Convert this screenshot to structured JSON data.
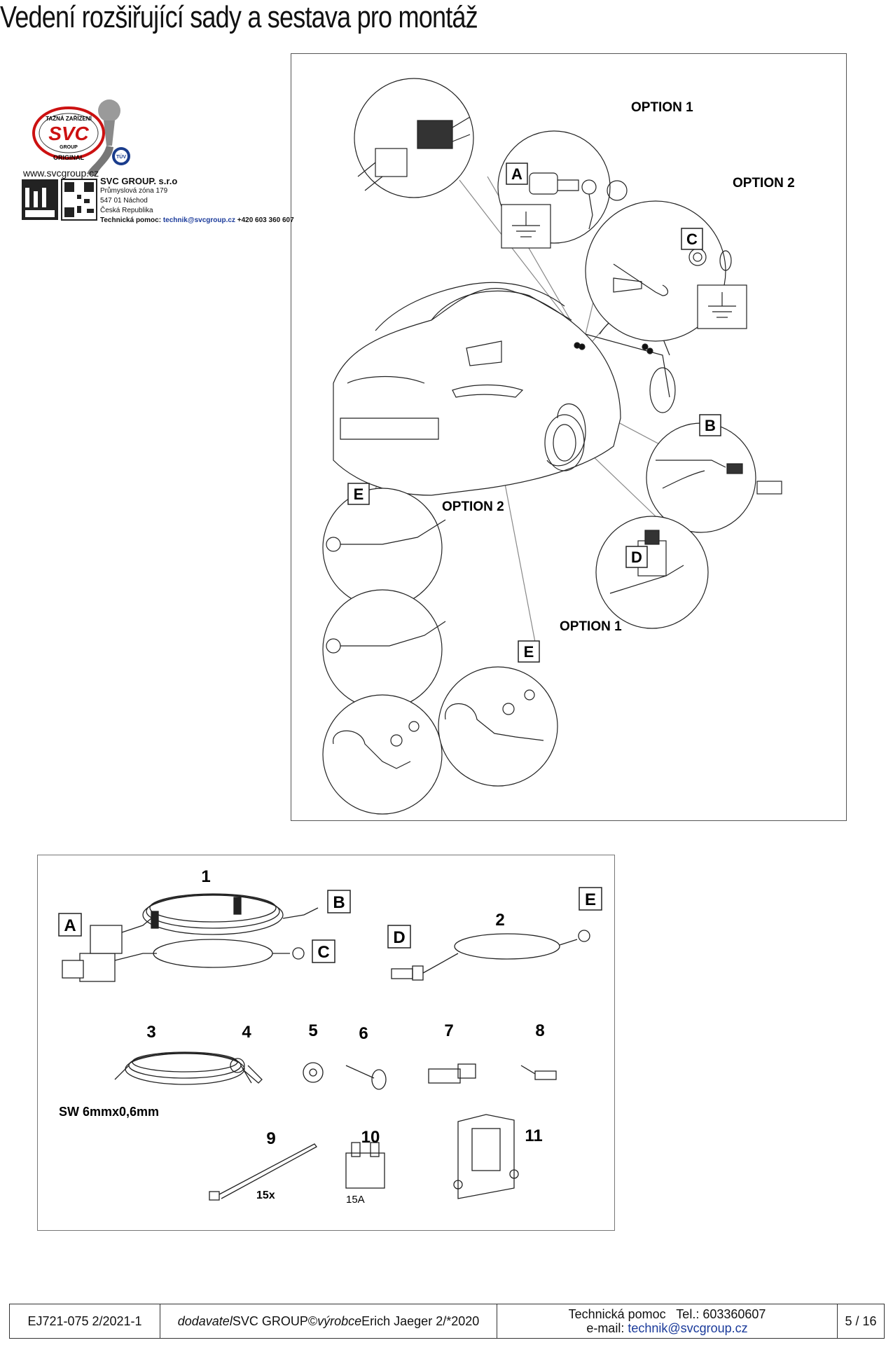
{
  "page_title": "Vedení rozšiřující sady a sestava pro montáž",
  "logo": {
    "ring_top": "TAŽNÁ ZAŘÍZENÍ",
    "brand": "SVC",
    "group": "GROUP",
    "original": "ORIGINAL",
    "web": "www.svcgroup.cz"
  },
  "company": {
    "name": "SVC GROUP. s.r.o",
    "street": "Průmyslová zóna 179",
    "city": "547 01 Náchod",
    "country": "Česká Republika",
    "help_label": "Technická pomoc:",
    "help_email": "technik@svcgroup.cz",
    "help_phone": "+420 603 360 607"
  },
  "install_diagram": {
    "labels": {
      "a": "A",
      "b": "B",
      "c": "C",
      "d": "D",
      "e_left": "E",
      "e_right": "E"
    },
    "options": {
      "opt1_top": "OPTION 1",
      "opt2_top": "OPTION 2",
      "opt2_left": "OPTION 2",
      "opt1_mid": "OPTION 1"
    }
  },
  "parts_diagram": {
    "numbers": [
      "1",
      "2",
      "3",
      "4",
      "5",
      "6",
      "7",
      "8",
      "9",
      "10",
      "11"
    ],
    "letters": {
      "a": "A",
      "b": "B",
      "c": "C",
      "d": "D",
      "e": "E"
    },
    "cable_spec": "SW 6mmx0,6mm",
    "tie_qty": "15x",
    "fuse_rating": "15A"
  },
  "footer": {
    "doc_id": "EJ721-075 2/2021-1",
    "supplier_italic_1": "dodavatel",
    "supplier_1": " SVC GROUP©",
    "supplier_italic_2": "výrobce",
    "supplier_2": " Erich Jaeger 2/*2020",
    "help_line": "Technická pomoc   Tel.: 603360607",
    "email_label": "e-mail: ",
    "email": "technik@svcgroup.cz",
    "page": "5 / 16"
  }
}
